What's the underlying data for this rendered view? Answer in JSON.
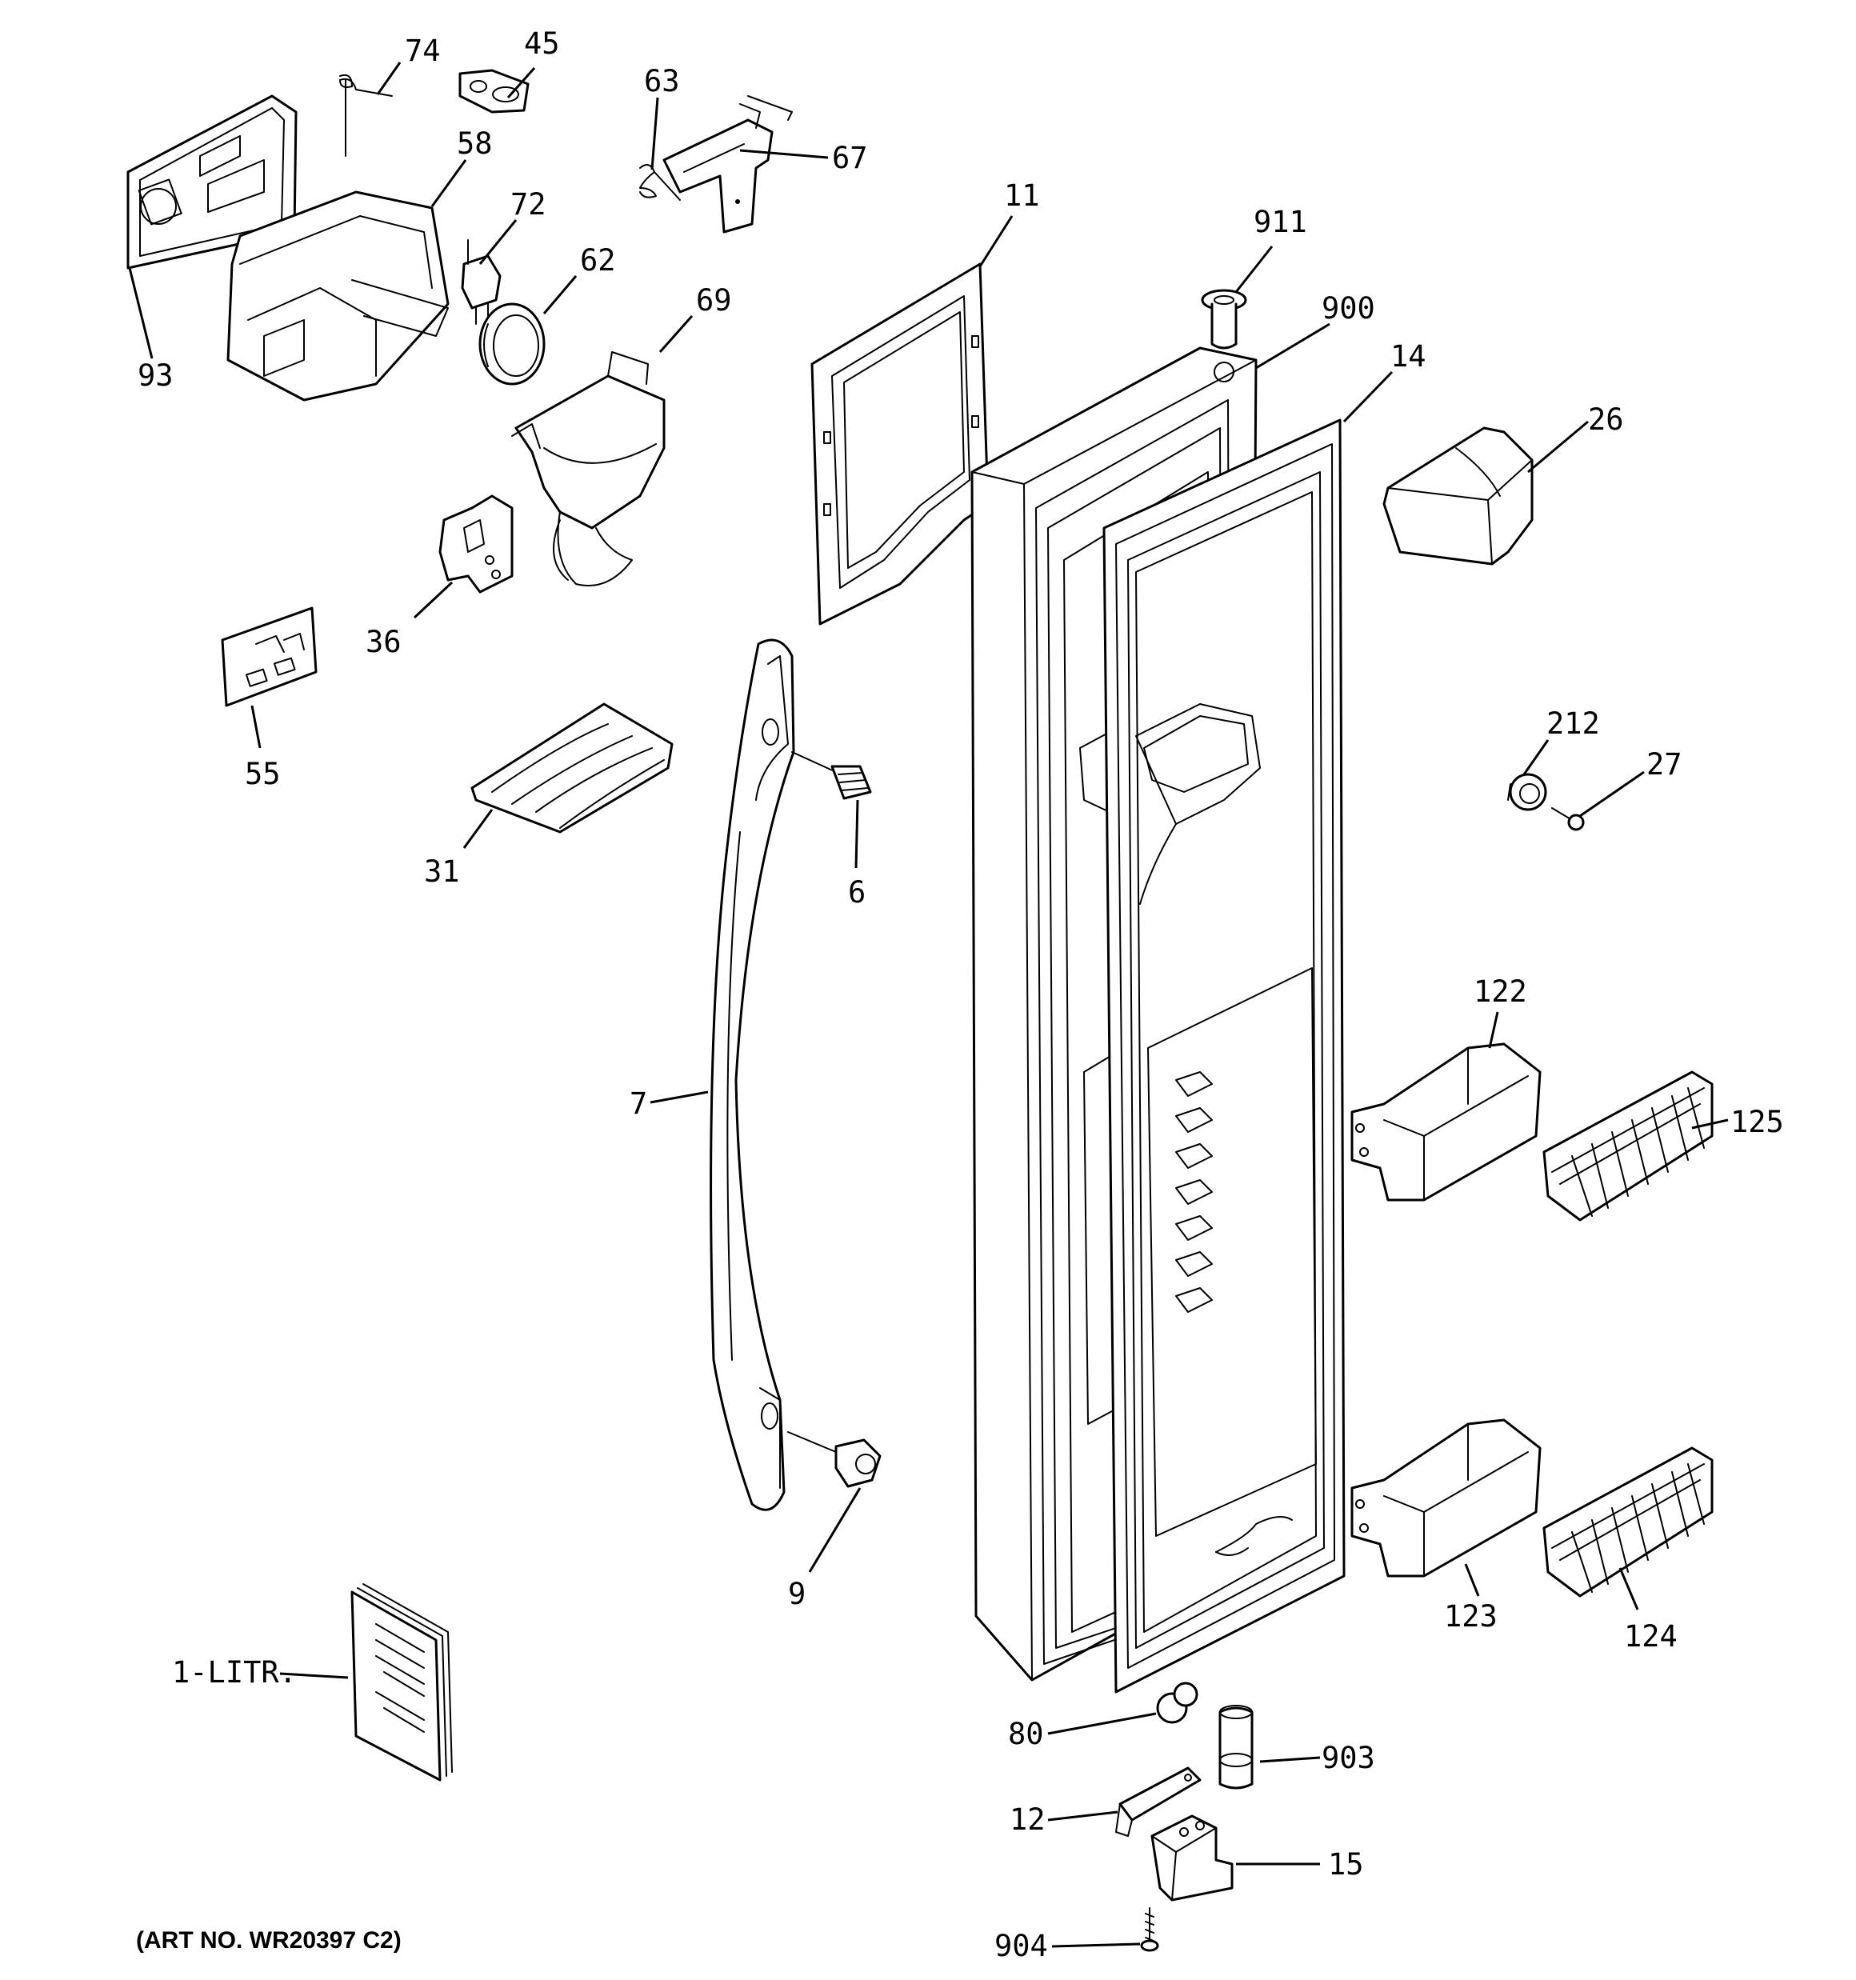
{
  "art_number": "(ART NO. WR20397 C2)",
  "callouts": [
    {
      "id": "74",
      "label": "74"
    },
    {
      "id": "45",
      "label": "45"
    },
    {
      "id": "63",
      "label": "63"
    },
    {
      "id": "67",
      "label": "67"
    },
    {
      "id": "58",
      "label": "58"
    },
    {
      "id": "72",
      "label": "72"
    },
    {
      "id": "62",
      "label": "62"
    },
    {
      "id": "69",
      "label": "69"
    },
    {
      "id": "93",
      "label": "93"
    },
    {
      "id": "11",
      "label": "11"
    },
    {
      "id": "911",
      "label": "911"
    },
    {
      "id": "900",
      "label": "900"
    },
    {
      "id": "14",
      "label": "14"
    },
    {
      "id": "26",
      "label": "26"
    },
    {
      "id": "36",
      "label": "36"
    },
    {
      "id": "55",
      "label": "55"
    },
    {
      "id": "31",
      "label": "31"
    },
    {
      "id": "6",
      "label": "6"
    },
    {
      "id": "212",
      "label": "212"
    },
    {
      "id": "27",
      "label": "27"
    },
    {
      "id": "122",
      "label": "122"
    },
    {
      "id": "125",
      "label": "125"
    },
    {
      "id": "7",
      "label": "7"
    },
    {
      "id": "9",
      "label": "9"
    },
    {
      "id": "123",
      "label": "123"
    },
    {
      "id": "124",
      "label": "124"
    },
    {
      "id": "1-LITR",
      "label": "1-LITR."
    },
    {
      "id": "80",
      "label": "80"
    },
    {
      "id": "903",
      "label": "903"
    },
    {
      "id": "12",
      "label": "12"
    },
    {
      "id": "15",
      "label": "15"
    },
    {
      "id": "904",
      "label": "904"
    }
  ]
}
